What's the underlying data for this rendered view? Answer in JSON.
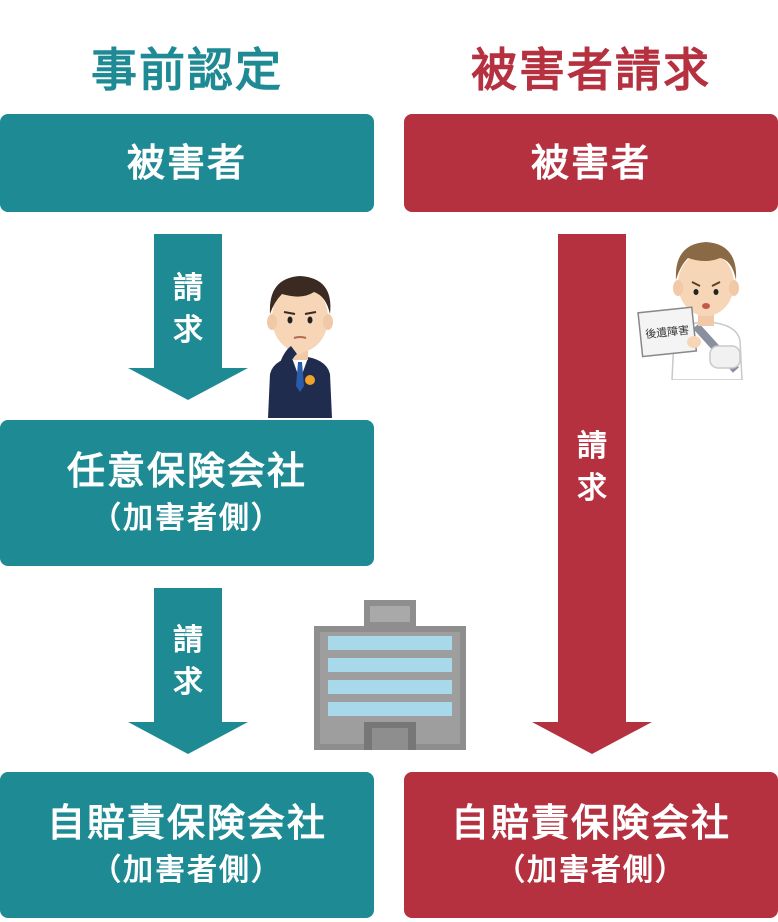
{
  "left": {
    "heading": "事前認定",
    "victim": "被害者",
    "arrow1_label": [
      "請",
      "求"
    ],
    "insurer_main": "任意保険会社",
    "insurer_sub": "（加害者側）",
    "arrow2_label": [
      "請",
      "求"
    ],
    "jibaiseki_main": "自賠責保険会社",
    "jibaiseki_sub": "（加害者側）"
  },
  "right": {
    "heading": "被害者請求",
    "victim": "被害者",
    "arrow_label": [
      "請",
      "求"
    ],
    "document_label": "後遺障害",
    "jibaiseki_main": "自賠責保険会社",
    "jibaiseki_sub": "（加害者側）"
  },
  "colors": {
    "teal": "#1e8a93",
    "red": "#b5313f"
  },
  "icons": [
    "businessman-thinking-icon",
    "injured-victim-icon",
    "office-building-icon"
  ]
}
